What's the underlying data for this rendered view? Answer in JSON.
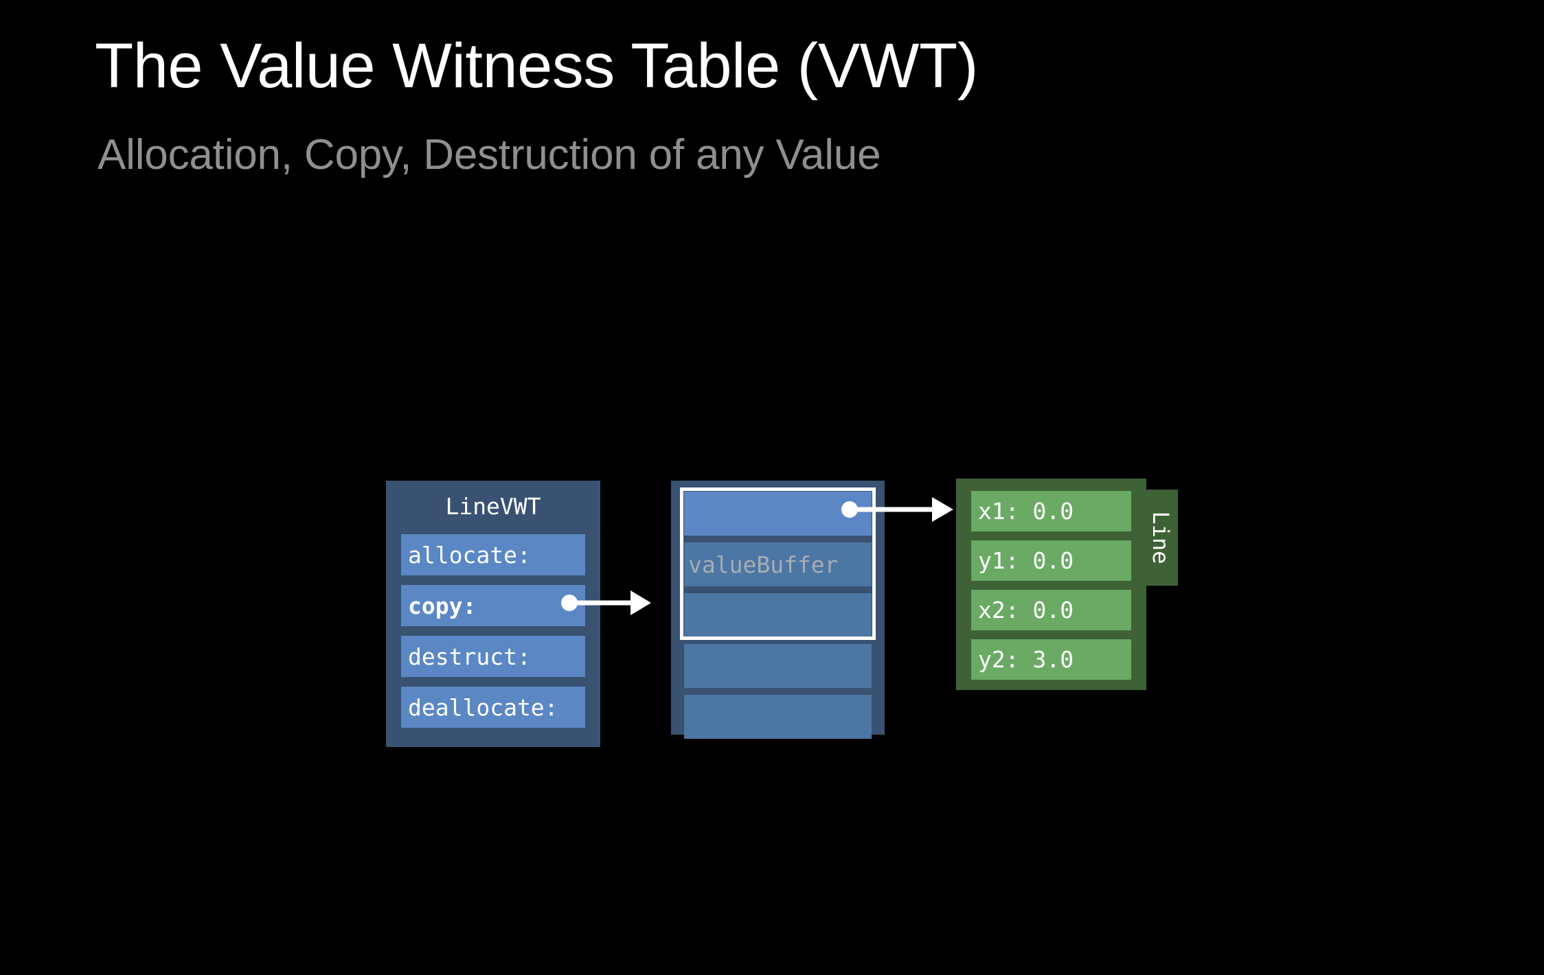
{
  "slide": {
    "background_color": "#000000",
    "title": "The Value Witness Table (VWT)",
    "subtitle": "Allocation, Copy, Destruction of any Value"
  },
  "vwt_table": {
    "title": "LineVWT",
    "box_color": "#395271",
    "row_color": "#5b88c4",
    "rows": [
      {
        "label": "allocate:",
        "emphasis": false
      },
      {
        "label": "copy:",
        "emphasis": true
      },
      {
        "label": "destruct:",
        "emphasis": false
      },
      {
        "label": "deallocate:",
        "emphasis": false
      }
    ]
  },
  "value_buffer": {
    "label": "valueBuffer",
    "box_color": "#395271",
    "slot_color": "#4c76a4",
    "filled_slot_color": "#5b88c4",
    "outline_color": "#ffffff",
    "slots": [
      {
        "label": "",
        "filled": true
      },
      {
        "label": "valueBuffer",
        "filled": false
      },
      {
        "label": "",
        "filled": false
      },
      {
        "label": "",
        "filled": false
      },
      {
        "label": "",
        "filled": false
      }
    ]
  },
  "line_value": {
    "type_label": "Line",
    "box_color": "#3e6135",
    "field_color": "#6aaa64",
    "fields": [
      {
        "name": "x1:",
        "value": "0.0",
        "text": "x1: 0.0"
      },
      {
        "name": "y1:",
        "value": "0.0",
        "text": "y1: 0.0"
      },
      {
        "name": "x2:",
        "value": "0.0",
        "text": "x2: 0.0"
      },
      {
        "name": "y2:",
        "value": "3.0",
        "text": "y2: 3.0"
      }
    ]
  },
  "arrows": [
    {
      "name": "copy-to-buffer",
      "from": "copy: row of LineVWT",
      "to": "valueBuffer box",
      "color": "#ffffff"
    },
    {
      "name": "buffer-to-line",
      "from": "first valueBuffer slot",
      "to": "Line value box",
      "color": "#ffffff"
    }
  ]
}
